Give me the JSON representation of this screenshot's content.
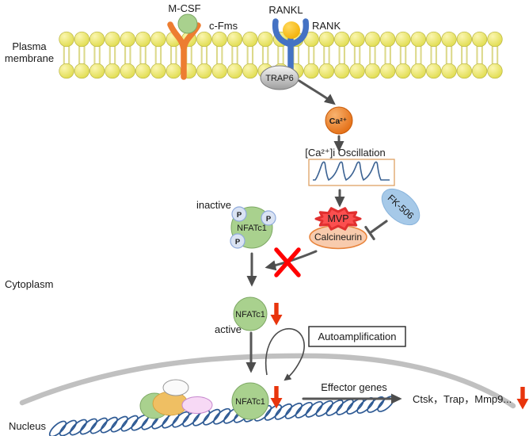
{
  "labels": {
    "plasma_line1": "Plasma",
    "plasma_line2": "membrane",
    "cytoplasm": "Cytoplasm",
    "nucleus": "Nucleus",
    "mcsf": "M-CSF",
    "cfms": "c-Fms",
    "rankl": "RANKL",
    "rank": "RANK",
    "trap6": "TRAP6",
    "ca_ion": "Ca²⁺",
    "ca_oscillation": "[Ca²⁺]i Oscillation",
    "mvp": "MVP",
    "calcineurin": "Calcineurin",
    "fk506": "FK-506",
    "inactive": "inactive",
    "active": "active",
    "nfatc1": "NFATc1",
    "phospho": "P",
    "autoamplification": "Autoamplification",
    "effector_genes": "Effector genes",
    "effector_gene_list": "Ctsk，Trap，Mmp9..."
  },
  "colors": {
    "membrane_yellow": "#e4e052",
    "receptor_cfms_orange": "#ED7D31",
    "receptor_rank_blue": "#4472C4",
    "rankl_gold": "#FFC000",
    "protein_green": "#A9D18E",
    "calcineurin_peach": "#F8CBAD",
    "calcineurin_border": "#E8833A",
    "fk506_blue": "#A6C9E8",
    "mvp_red": "#FB4F4F",
    "trap6_gray": "#C9C9C9",
    "phospho_fill": "#DAE3F3",
    "phospho_border": "#8FAADC",
    "ap1_tan": "#EFBF63",
    "mitf_pink": "#F7D9F5",
    "pu1_white": "#FAFAFA",
    "block_x_red": "#FF0000",
    "down_arrow_red": "#E8340C",
    "signal_arrow_gray": "#575757",
    "nuclear_membrane_gray": "#C0C0C0",
    "dna_blue": "#2E5A94",
    "oscillation_box_border": "#DFA164",
    "oscillation_wave_blue": "#3C6393"
  }
}
